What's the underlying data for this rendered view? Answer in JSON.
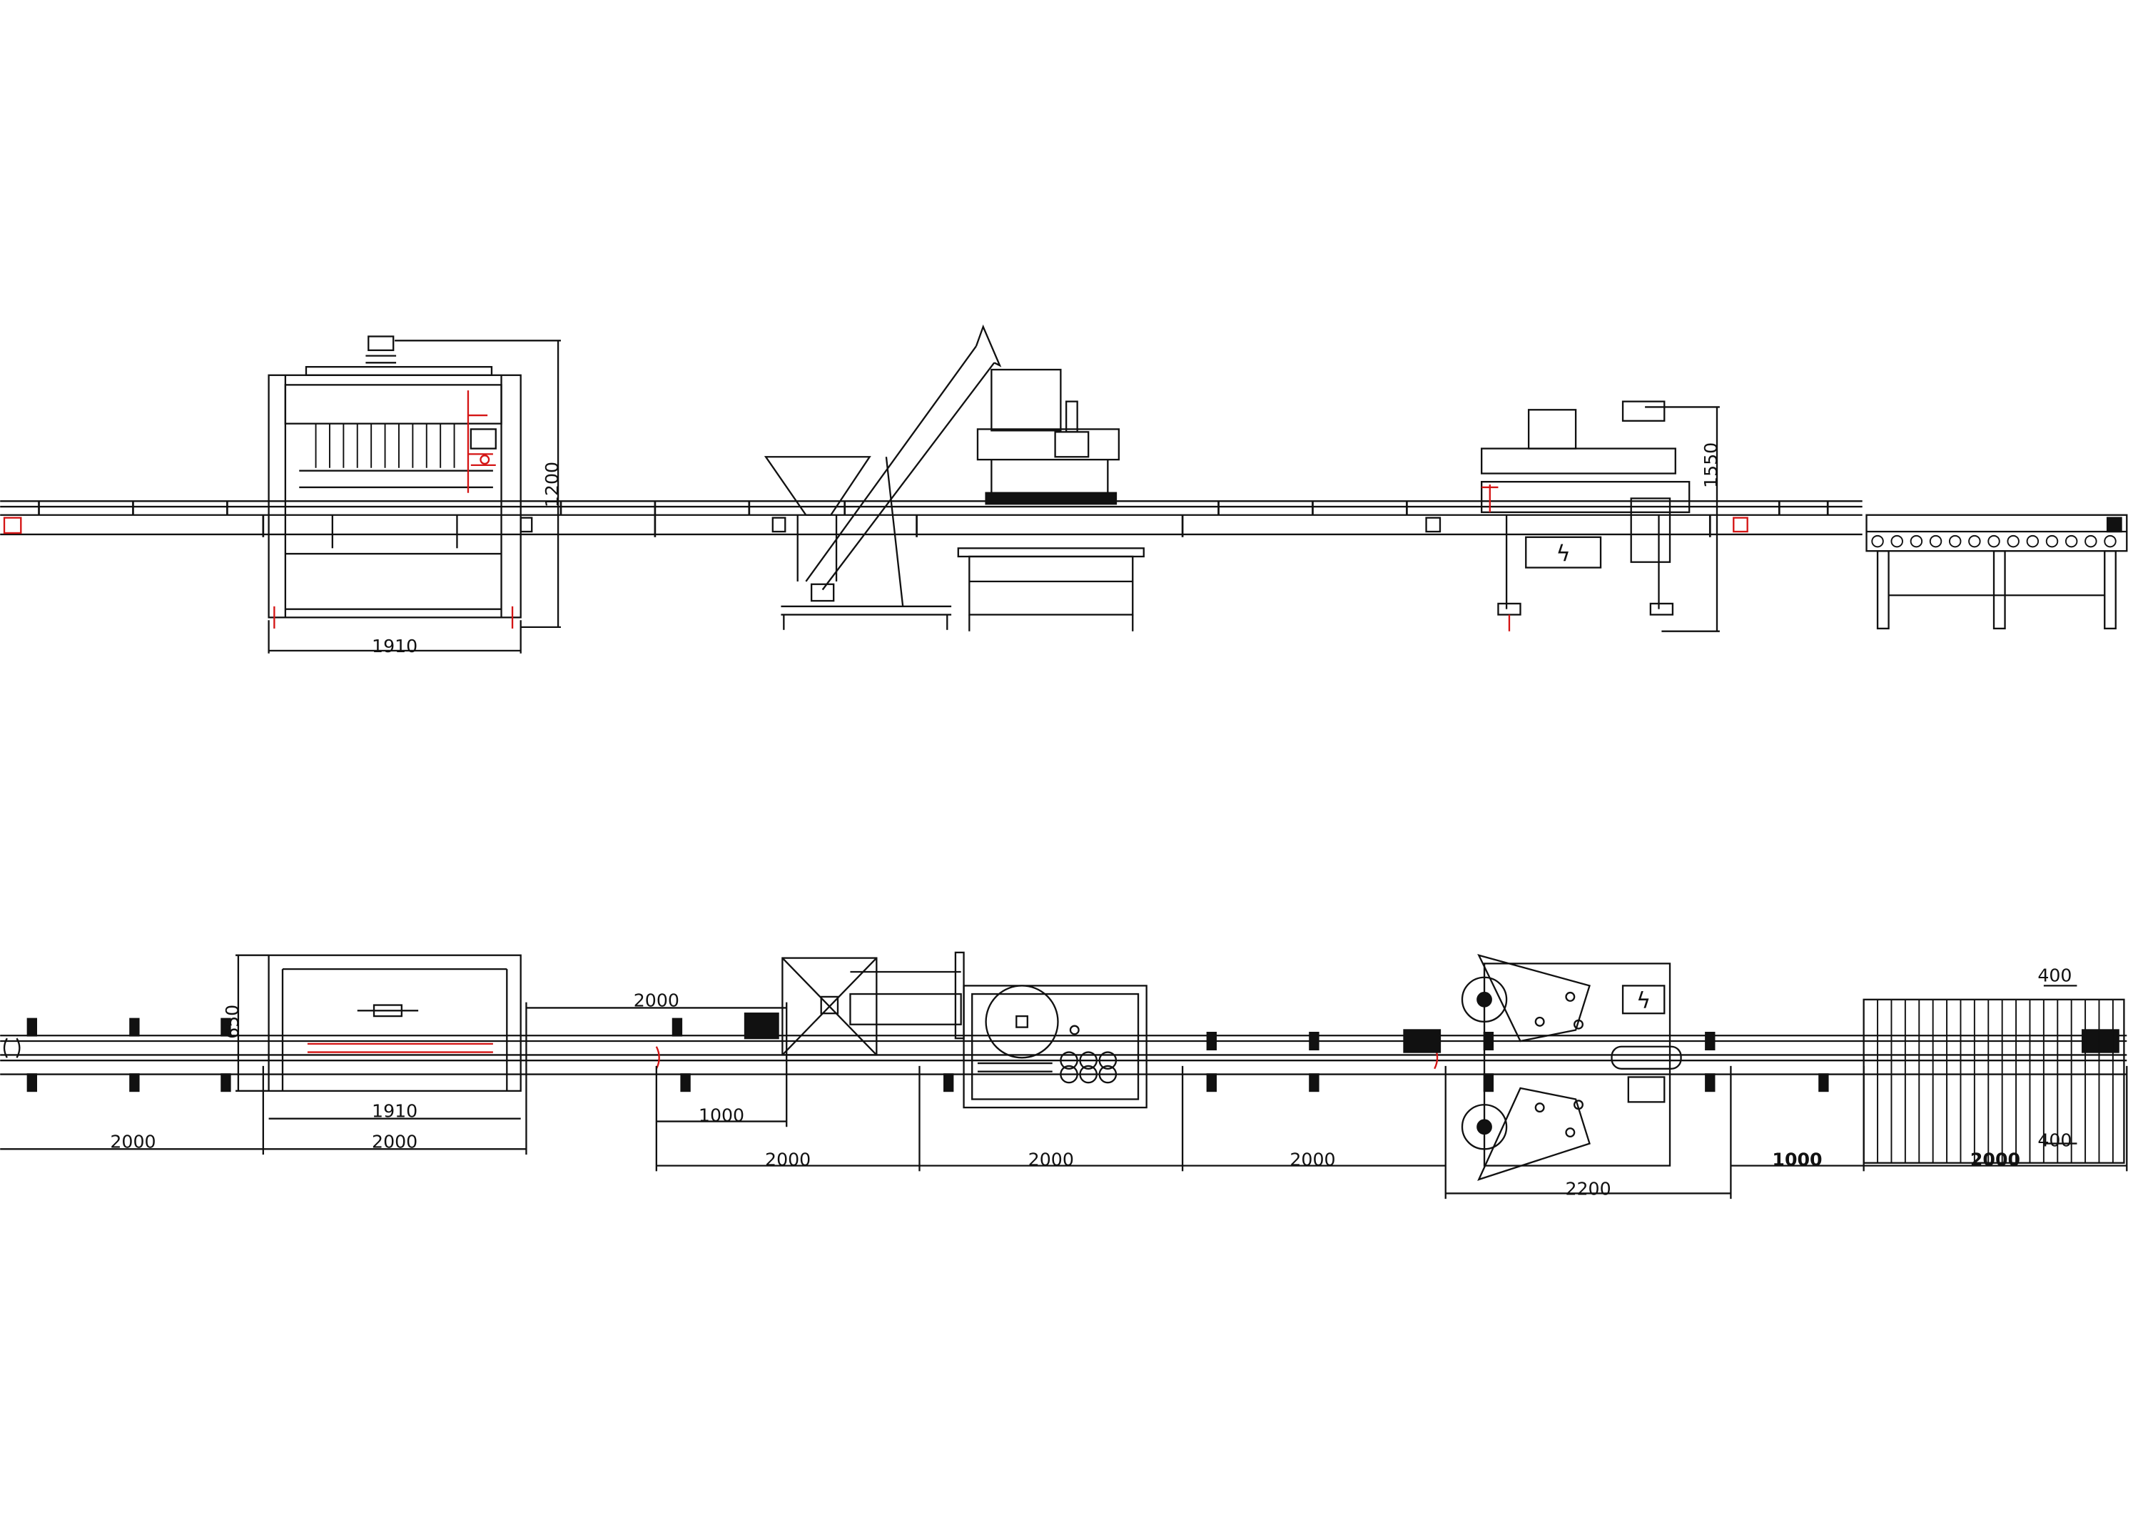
{
  "colors": {
    "line": "#111111",
    "accent": "#d41414",
    "background": "#ffffff"
  },
  "side_view": {
    "filler_width": "1910",
    "filler_height": "1200",
    "labeler_height": "1550"
  },
  "top_view": {
    "conv1_length": "2000",
    "filler_section": "2000",
    "filler_width": "1910",
    "filler_depth": "650",
    "transfer_length": "2000",
    "hopper_offset": "1000",
    "capper_section_a": "2000",
    "capper_section_b": "2000",
    "conveyor_section": "2000",
    "labeler_width": "2200",
    "gap_length": "1000",
    "table_length": "2000",
    "table_width_top": "400",
    "table_width_bottom": "400"
  },
  "labeler_symbol": "ϟ"
}
